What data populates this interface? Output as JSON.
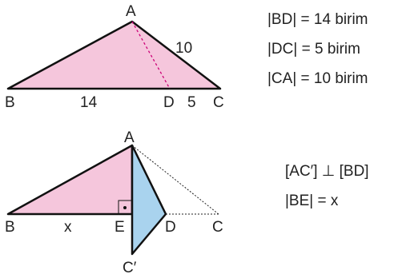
{
  "colors": {
    "triangle_fill": "#f5c6dc",
    "reflected_fill": "#a9d3ee",
    "dash_color": "#cc0077",
    "line_color": "#111111"
  },
  "figure1": {
    "labels": {
      "A": "A",
      "B": "B",
      "C": "C",
      "D": "D"
    },
    "lengths": {
      "BD": "14",
      "DC": "5",
      "CA": "10"
    }
  },
  "figure2": {
    "labels": {
      "A": "A",
      "B": "B",
      "C": "C",
      "D": "D",
      "E": "E",
      "C_prime": "C′"
    },
    "x_label": "x"
  },
  "given1": [
    "|BD| = 14 birim",
    "|DC| = 5 birim",
    "|CA| = 10 birim"
  ],
  "given2": [
    "[AC′] ⊥ [BD]",
    "|BE| = x"
  ]
}
